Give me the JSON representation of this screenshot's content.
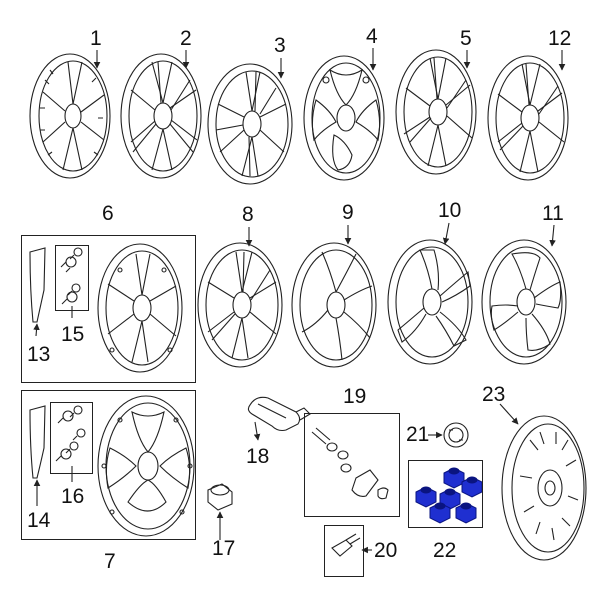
{
  "callouts": {
    "n1": "1",
    "n2": "2",
    "n3": "3",
    "n4": "4",
    "n5": "5",
    "n6": "6",
    "n7": "7",
    "n8": "8",
    "n9": "9",
    "n10": "10",
    "n11": "11",
    "n12": "12",
    "n13": "13",
    "n14": "14",
    "n15": "15",
    "n16": "16",
    "n17": "17",
    "n18": "18",
    "n19": "19",
    "n20": "20",
    "n21": "21",
    "n22": "22",
    "n23": "23"
  },
  "colors": {
    "line": "#222222",
    "highlight": "#1f2fd0",
    "highlight_dark": "#0a1480"
  }
}
